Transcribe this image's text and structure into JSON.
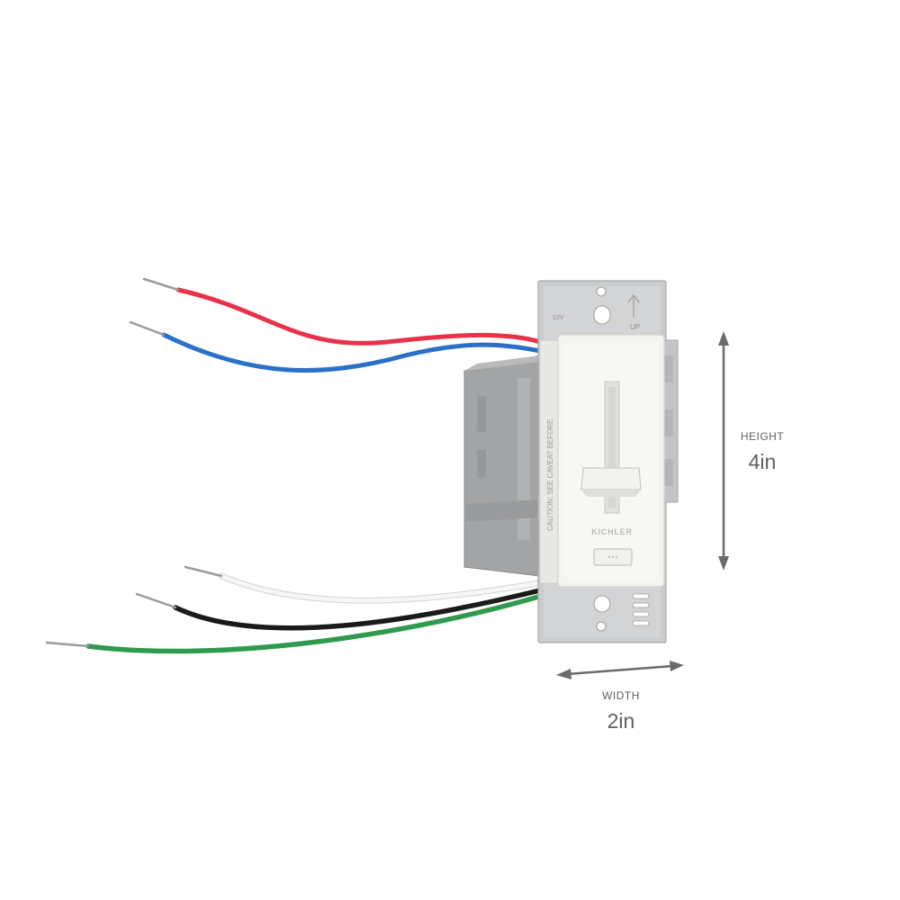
{
  "product": {
    "brand": "KICHLER",
    "up_label": "UP",
    "rating_label": "12V",
    "caution_label": "CAUTION: SEE CAVEAT BEFORE",
    "colors": {
      "plate": "#c9cacb",
      "housing": "#a9aaab",
      "body": "#f2f2ef",
      "red_wire": "#e8324a",
      "blue_wire": "#2a6fc8",
      "white_wire": "#eeeeee",
      "black_wire": "#1a1a1a",
      "green_wire": "#2f9a4e"
    }
  },
  "dimensions": {
    "height": {
      "label": "HEIGHT",
      "value": "4in"
    },
    "width": {
      "label": "WIDTH",
      "value": "2in"
    },
    "arrow_color": "#6b6b6b"
  }
}
